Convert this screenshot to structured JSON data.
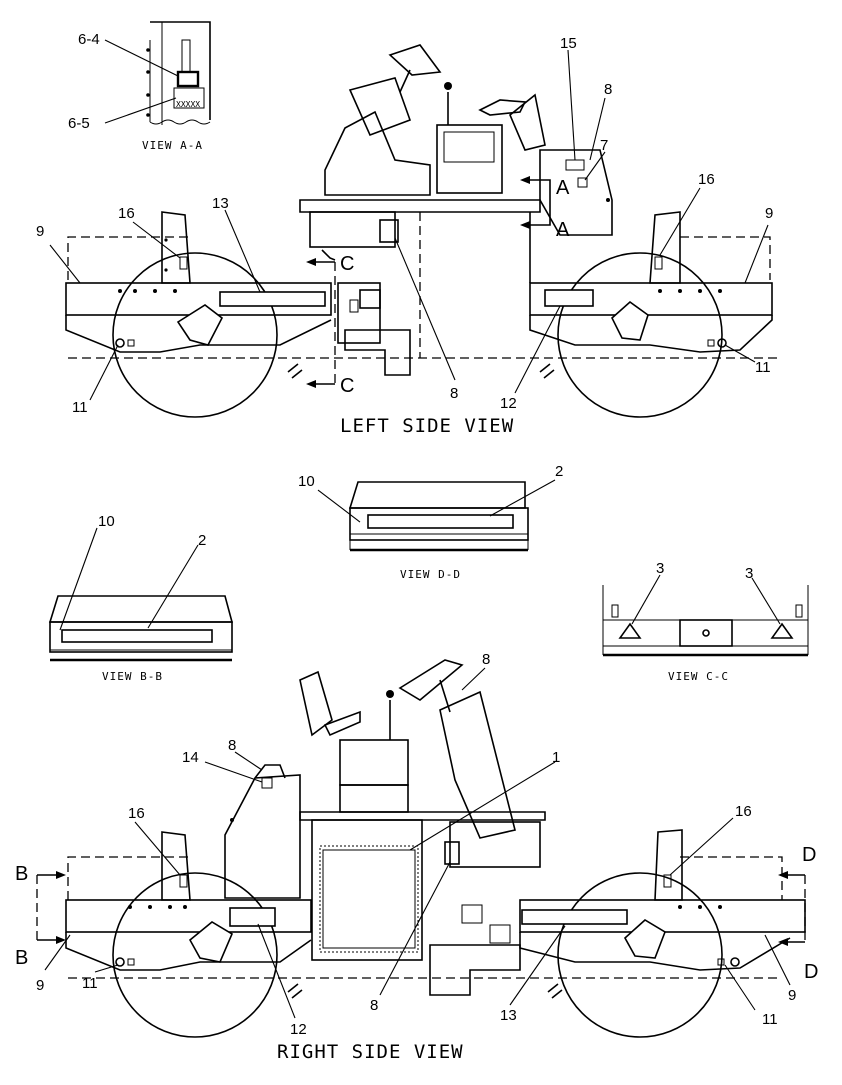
{
  "titles": {
    "left_side_view": "LEFT SIDE VIEW",
    "right_side_view": "RIGHT SIDE VIEW",
    "view_aa": "VIEW A-A",
    "view_bb": "VIEW B-B",
    "view_cc": "VIEW C-C",
    "view_dd": "VIEW D-D"
  },
  "section_marks": {
    "a_top": "A",
    "a_bottom": "A",
    "c_top": "C",
    "c_bottom": "C",
    "b_top": "B",
    "b_bottom": "B",
    "d_top": "D",
    "d_bottom": "D"
  },
  "view_aa_decal_text": "XXXXX",
  "callouts": {
    "c6_4": "6-4",
    "c6_5": "6-5",
    "c15": "15",
    "c8_top": "8",
    "c7": "7",
    "c16_left_top": "16",
    "c13_left": "13",
    "c9_left_top": "9",
    "c16_right_top": "16",
    "c9_right_top": "9",
    "c11_left_top": "11",
    "c8_left_mid": "8",
    "c12_left": "12",
    "c11_right_top": "11",
    "c10_dd": "10",
    "c2_dd": "2",
    "c10_bb": "10",
    "c2_bb": "2",
    "c3_left": "3",
    "c3_right": "3",
    "c8_steer": "8",
    "c8_rear": "8",
    "c14": "14",
    "c1": "1",
    "c16_right_left": "16",
    "c16_right_right": "16",
    "c9_rs_left": "9",
    "c11_rs_left": "11",
    "c12_rs": "12",
    "c8_rs_mid": "8",
    "c13_rs": "13",
    "c11_rs_right": "11",
    "c9_rs_right": "9"
  }
}
